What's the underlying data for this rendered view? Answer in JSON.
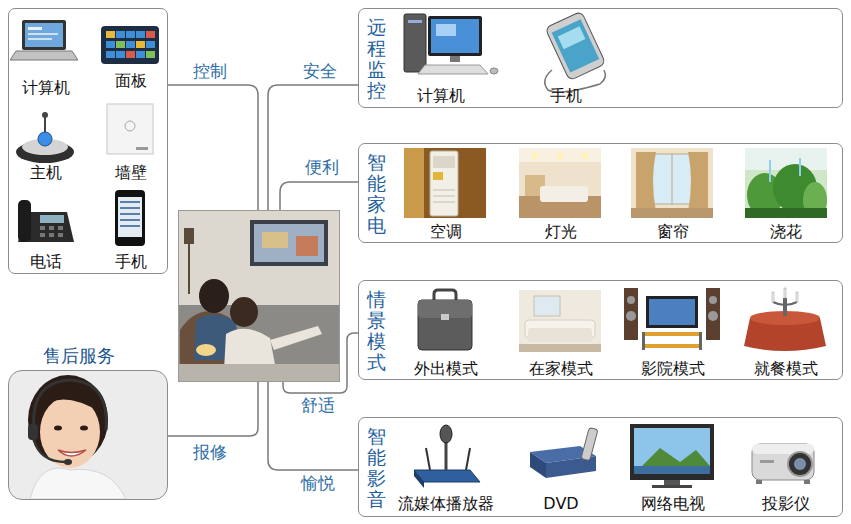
{
  "diagram": {
    "nodes": [
      {
        "text": [
          "计算机",
          "面板",
          "主机",
          "墙壁",
          "电话",
          "手机"
        ]
      },
      {
        "text": [
          "远程监控",
          "计算机",
          "手机"
        ]
      },
      {
        "text": [
          "智能家电",
          "空调",
          "灯光",
          "窗帘",
          "浇花"
        ]
      },
      {
        "text": []
      },
      {
        "text": [
          "情景模式",
          "外出模式",
          "在家模式",
          "影院模式",
          "就餐模式"
        ]
      },
      {
        "text": [
          "售后服务"
        ]
      },
      {
        "text": [
          "智能影音",
          "流媒体播放器",
          "DVD",
          "网络电视",
          "投影仪"
        ]
      }
    ],
    "edges": [
      {
        "from": 3,
        "to": 0,
        "arrow": "none",
        "label": "控制"
      },
      {
        "from": 3,
        "to": 1,
        "arrow": "none",
        "label": "安全"
      },
      {
        "from": 3,
        "to": 2,
        "arrow": "none",
        "label": "便利"
      },
      {
        "from": 3,
        "to": 4,
        "arrow": "none",
        "label": "舒适"
      },
      {
        "from": 3,
        "to": 5,
        "arrow": "none",
        "label": "报修"
      },
      {
        "from": 3,
        "to": 6,
        "arrow": "none",
        "label": "愉悦"
      }
    ]
  }
}
